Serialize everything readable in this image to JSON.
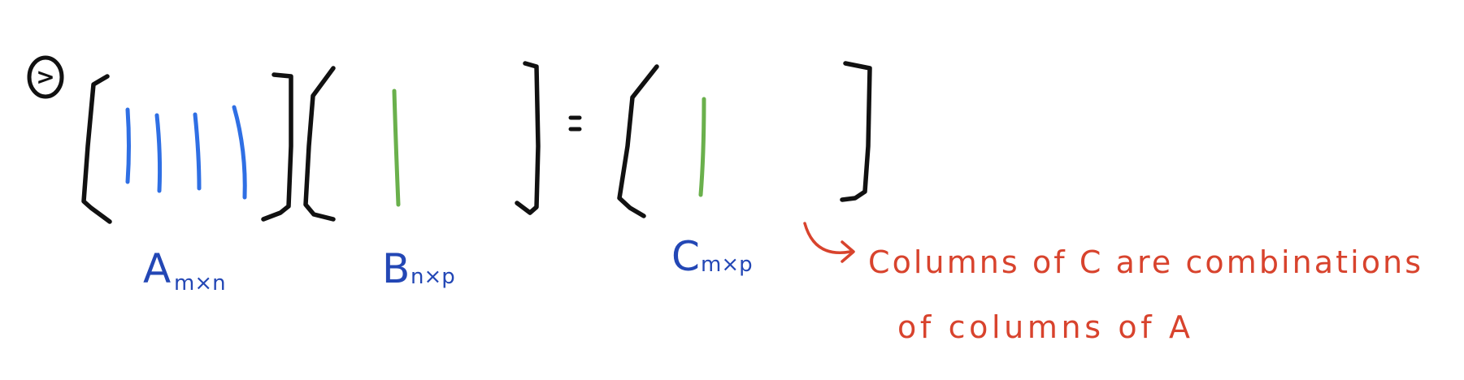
{
  "step": {
    "marker": ">"
  },
  "matrices": {
    "a": {
      "letter": "A",
      "subscript": "m×n"
    },
    "b": {
      "letter": "B",
      "subscript": "n×p"
    },
    "c": {
      "letter": "C",
      "subscript": "m×p"
    }
  },
  "equals": "=",
  "annotation": {
    "line1": "Columns of C are combinations",
    "line2": "of columns of A"
  },
  "colors": {
    "ink": "#111111",
    "column_blue": "#2f6fe4",
    "column_green": "#6ab04c",
    "label_blue": "#2347b5",
    "annotation_red": "#d8432d"
  },
  "icons": [
    "circled-marker-icon",
    "curved-arrow-icon"
  ]
}
